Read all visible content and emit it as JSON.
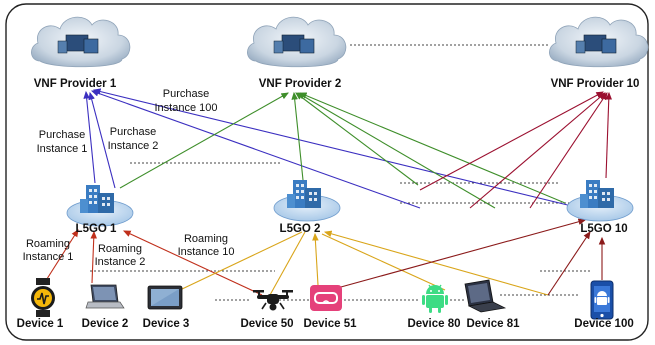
{
  "providers": [
    {
      "label": "VNF Provider 1"
    },
    {
      "label": "VNF Provider 2"
    },
    {
      "label": "VNF Provider 10"
    }
  ],
  "l5gos": [
    {
      "label": "L5GO 1"
    },
    {
      "label": "L5GO 2"
    },
    {
      "label": "L5GO 10"
    }
  ],
  "devices": [
    {
      "label": "Device 1",
      "icon": "smartwatch-icon"
    },
    {
      "label": "Device 2",
      "icon": "laptop-icon"
    },
    {
      "label": "Device 3",
      "icon": "tablet-icon"
    },
    {
      "label": "Device 50",
      "icon": "drone-icon"
    },
    {
      "label": "Device 51",
      "icon": "vr-headset-icon"
    },
    {
      "label": "Device 80",
      "icon": "android-icon"
    },
    {
      "label": "Device 81",
      "icon": "convertible-laptop-icon"
    },
    {
      "label": "Device 100",
      "icon": "smartphone-icon"
    }
  ],
  "annotations": {
    "purchase_instance_1": [
      "Purchase",
      "Instance 1"
    ],
    "purchase_instance_2": [
      "Purchase",
      "Instance 2"
    ],
    "purchase_instance_100": [
      "Purchase",
      "Instance 100"
    ],
    "roaming_instance_1": [
      "Roaming",
      "Instance 1"
    ],
    "roaming_instance_2": [
      "Roaming",
      "Instance 2"
    ],
    "roaming_instance_10": [
      "Roaming",
      "Instance 10"
    ]
  },
  "colors": {
    "provider1_links": "#3b2fc0",
    "provider2_links": "#3e8e2a",
    "provider10_links": "#9b1030",
    "roaming_links": "#c0301c",
    "device50_links": "#c9a030",
    "l5go2_roaming": "#d9a51a",
    "device51_links": "#8b1a1a",
    "device100_link": "#8b1a1a",
    "building": "#3a7cc2",
    "cloud": "#c8d6e4"
  }
}
